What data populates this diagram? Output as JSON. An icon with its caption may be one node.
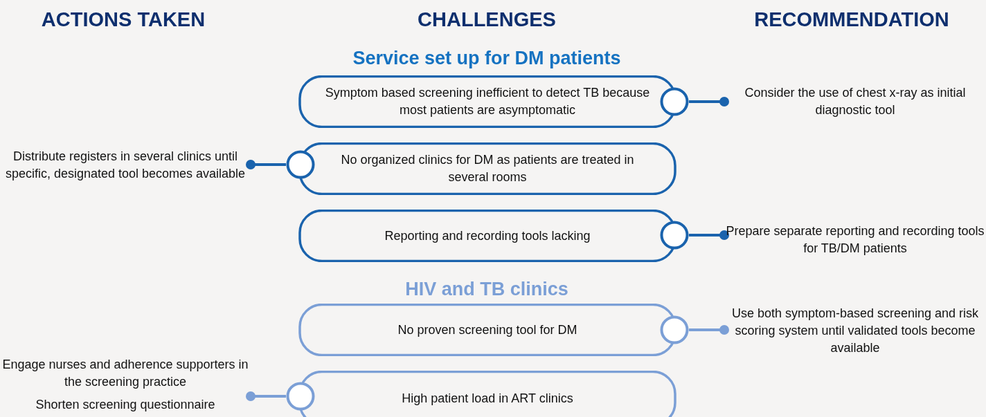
{
  "diagram": {
    "nodes": [
      {
        "text": [
          "Symptom based screening inefficient to detect TB because most patients are asymptomatic"
        ]
      },
      {
        "text": [
          "Consider the use of chest x-ray as initial diagnostic tool"
        ]
      },
      {
        "text": [
          "Distribute registers in several clinics until specific, designated tool becomes available"
        ]
      },
      {
        "text": [
          "No organized clinics for DM as patients are treated in several rooms"
        ]
      },
      {
        "text": [
          "Reporting and recording tools lacking"
        ]
      },
      {
        "text": [
          "Prepare separate reporting and recording tools for TB/DM patients"
        ]
      },
      {
        "text": [
          "No proven screening tool for DM"
        ]
      },
      {
        "text": [
          "Use both symptom-based screening and risk scoring system until validated tools become available"
        ]
      },
      {
        "text": [
          "Engage nurses and adherence supporters in the screening practice",
          "Shorten screening questionnaire"
        ]
      },
      {
        "text": [
          "High patient load in ART clinics"
        ]
      }
    ],
    "edges": [
      {
        "from": 0,
        "to": 1,
        "arrow": "other"
      },
      {
        "from": 3,
        "to": 2,
        "arrow": "other"
      },
      {
        "from": 4,
        "to": 5,
        "arrow": "other"
      },
      {
        "from": 6,
        "to": 7,
        "arrow": "other",
        "color": "#7b9fd6"
      },
      {
        "from": 9,
        "to": 8,
        "arrow": "other",
        "color": "#7b9fd6"
      }
    ],
    "labels": [
      "ACTIONS TAKEN",
      "CHALLENGES",
      "RECOMMENDATION",
      "Service set up for DM patients",
      "HIV and TB clinics"
    ]
  }
}
